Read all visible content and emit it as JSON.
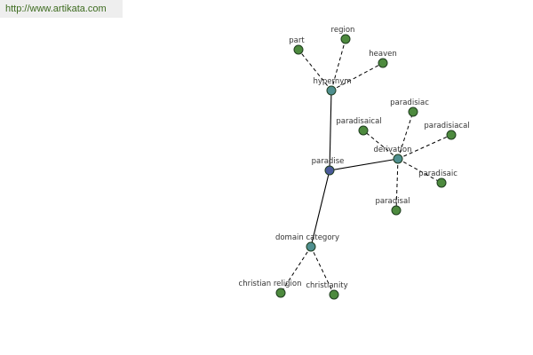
{
  "header": {
    "url": "http://www.artikata.com"
  },
  "colors": {
    "center": "#4a5a9a",
    "hub": "#4f8f8f",
    "leaf": "#4d8a3e"
  },
  "graph": {
    "nodes": [
      {
        "id": "paradise",
        "label": "paradise",
        "kind": "center"
      },
      {
        "id": "hypernym",
        "label": "hypernym",
        "kind": "hub"
      },
      {
        "id": "derivation",
        "label": "derivation",
        "kind": "hub"
      },
      {
        "id": "domain-category",
        "label": "domain category",
        "kind": "hub"
      },
      {
        "id": "part",
        "label": "part",
        "kind": "leaf"
      },
      {
        "id": "region",
        "label": "region",
        "kind": "leaf"
      },
      {
        "id": "heaven",
        "label": "heaven",
        "kind": "leaf"
      },
      {
        "id": "paradisiac-1",
        "label": "paradisiac",
        "kind": "leaf"
      },
      {
        "id": "paradisaical",
        "label": "paradisaical",
        "kind": "leaf"
      },
      {
        "id": "paradisiacal",
        "label": "paradisiacal",
        "kind": "leaf"
      },
      {
        "id": "paradisaic",
        "label": "paradisaic",
        "kind": "leaf"
      },
      {
        "id": "paradisal",
        "label": "paradisal",
        "kind": "leaf"
      },
      {
        "id": "christian-religion",
        "label": "christian religion",
        "kind": "leaf"
      },
      {
        "id": "christianity",
        "label": "christianity",
        "kind": "leaf"
      }
    ],
    "edges": [
      {
        "from": "paradise",
        "to": "hypernym",
        "style": "solid"
      },
      {
        "from": "paradise",
        "to": "derivation",
        "style": "solid"
      },
      {
        "from": "paradise",
        "to": "domain-category",
        "style": "solid"
      },
      {
        "from": "hypernym",
        "to": "part",
        "style": "dashed"
      },
      {
        "from": "hypernym",
        "to": "region",
        "style": "dashed"
      },
      {
        "from": "hypernym",
        "to": "heaven",
        "style": "dashed"
      },
      {
        "from": "derivation",
        "to": "paradisiac-1",
        "style": "dashed"
      },
      {
        "from": "derivation",
        "to": "paradisaical",
        "style": "dashed"
      },
      {
        "from": "derivation",
        "to": "paradisiacal",
        "style": "dashed"
      },
      {
        "from": "derivation",
        "to": "paradisaic",
        "style": "dashed"
      },
      {
        "from": "derivation",
        "to": "paradisal",
        "style": "dashed"
      },
      {
        "from": "domain-category",
        "to": "christian-religion",
        "style": "dashed"
      },
      {
        "from": "domain-category",
        "to": "christianity",
        "style": "dashed"
      }
    ]
  }
}
